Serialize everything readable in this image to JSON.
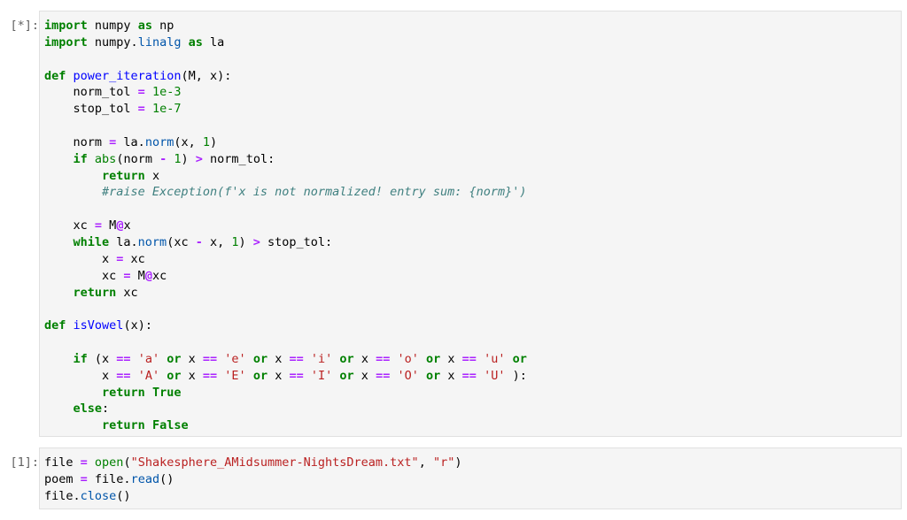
{
  "cells": [
    {
      "prompt": "[*]:",
      "lines": [
        [
          [
            "kw",
            "import"
          ],
          [
            "t",
            " numpy "
          ],
          [
            "kw",
            "as"
          ],
          [
            "t",
            " np"
          ]
        ],
        [
          [
            "kw",
            "import"
          ],
          [
            "t",
            " numpy."
          ],
          [
            "attr",
            "linalg"
          ],
          [
            "t",
            " "
          ],
          [
            "kw",
            "as"
          ],
          [
            "t",
            " la"
          ]
        ],
        [],
        [
          [
            "kw",
            "def"
          ],
          [
            "t",
            " "
          ],
          [
            "fn",
            "power_iteration"
          ],
          [
            "t",
            "(M, x):"
          ]
        ],
        [
          [
            "t",
            "    norm_tol "
          ],
          [
            "op",
            "="
          ],
          [
            "t",
            " "
          ],
          [
            "num",
            "1e-3"
          ]
        ],
        [
          [
            "t",
            "    stop_tol "
          ],
          [
            "op",
            "="
          ],
          [
            "t",
            " "
          ],
          [
            "num",
            "1e-7"
          ]
        ],
        [],
        [
          [
            "t",
            "    norm "
          ],
          [
            "op",
            "="
          ],
          [
            "t",
            " la."
          ],
          [
            "attr",
            "norm"
          ],
          [
            "t",
            "(x, "
          ],
          [
            "num",
            "1"
          ],
          [
            "t",
            ")"
          ]
        ],
        [
          [
            "t",
            "    "
          ],
          [
            "kw",
            "if"
          ],
          [
            "t",
            " "
          ],
          [
            "bi",
            "abs"
          ],
          [
            "t",
            "(norm "
          ],
          [
            "op",
            "-"
          ],
          [
            "t",
            " "
          ],
          [
            "num",
            "1"
          ],
          [
            "t",
            ") "
          ],
          [
            "op",
            ">"
          ],
          [
            "t",
            " norm_tol:"
          ]
        ],
        [
          [
            "t",
            "        "
          ],
          [
            "kw",
            "return"
          ],
          [
            "t",
            " x"
          ]
        ],
        [
          [
            "t",
            "        "
          ],
          [
            "cm",
            "#raise Exception(f'x is not normalized! entry sum: {norm}')"
          ]
        ],
        [],
        [
          [
            "t",
            "    xc "
          ],
          [
            "op",
            "="
          ],
          [
            "t",
            " M"
          ],
          [
            "op",
            "@"
          ],
          [
            "t",
            "x"
          ]
        ],
        [
          [
            "t",
            "    "
          ],
          [
            "kw",
            "while"
          ],
          [
            "t",
            " la."
          ],
          [
            "attr",
            "norm"
          ],
          [
            "t",
            "(xc "
          ],
          [
            "op",
            "-"
          ],
          [
            "t",
            " x, "
          ],
          [
            "num",
            "1"
          ],
          [
            "t",
            ") "
          ],
          [
            "op",
            ">"
          ],
          [
            "t",
            " stop_tol:"
          ]
        ],
        [
          [
            "t",
            "        x "
          ],
          [
            "op",
            "="
          ],
          [
            "t",
            " xc"
          ]
        ],
        [
          [
            "t",
            "        xc "
          ],
          [
            "op",
            "="
          ],
          [
            "t",
            " M"
          ],
          [
            "op",
            "@"
          ],
          [
            "t",
            "xc"
          ]
        ],
        [
          [
            "t",
            "    "
          ],
          [
            "kw",
            "return"
          ],
          [
            "t",
            " xc"
          ]
        ],
        [],
        [
          [
            "kw",
            "def"
          ],
          [
            "t",
            " "
          ],
          [
            "fn",
            "isVowel"
          ],
          [
            "t",
            "(x):"
          ]
        ],
        [],
        [
          [
            "t",
            "    "
          ],
          [
            "kw",
            "if"
          ],
          [
            "t",
            " (x "
          ],
          [
            "op",
            "=="
          ],
          [
            "t",
            " "
          ],
          [
            "str",
            "'a'"
          ],
          [
            "t",
            " "
          ],
          [
            "kw",
            "or"
          ],
          [
            "t",
            " x "
          ],
          [
            "op",
            "=="
          ],
          [
            "t",
            " "
          ],
          [
            "str",
            "'e'"
          ],
          [
            "t",
            " "
          ],
          [
            "kw",
            "or"
          ],
          [
            "t",
            " x "
          ],
          [
            "op",
            "=="
          ],
          [
            "t",
            " "
          ],
          [
            "str",
            "'i'"
          ],
          [
            "t",
            " "
          ],
          [
            "kw",
            "or"
          ],
          [
            "t",
            " x "
          ],
          [
            "op",
            "=="
          ],
          [
            "t",
            " "
          ],
          [
            "str",
            "'o'"
          ],
          [
            "t",
            " "
          ],
          [
            "kw",
            "or"
          ],
          [
            "t",
            " x "
          ],
          [
            "op",
            "=="
          ],
          [
            "t",
            " "
          ],
          [
            "str",
            "'u'"
          ],
          [
            "t",
            " "
          ],
          [
            "kw",
            "or"
          ]
        ],
        [
          [
            "t",
            "        x "
          ],
          [
            "op",
            "=="
          ],
          [
            "t",
            " "
          ],
          [
            "str",
            "'A'"
          ],
          [
            "t",
            " "
          ],
          [
            "kw",
            "or"
          ],
          [
            "t",
            " x "
          ],
          [
            "op",
            "=="
          ],
          [
            "t",
            " "
          ],
          [
            "str",
            "'E'"
          ],
          [
            "t",
            " "
          ],
          [
            "kw",
            "or"
          ],
          [
            "t",
            " x "
          ],
          [
            "op",
            "=="
          ],
          [
            "t",
            " "
          ],
          [
            "str",
            "'I'"
          ],
          [
            "t",
            " "
          ],
          [
            "kw",
            "or"
          ],
          [
            "t",
            " x "
          ],
          [
            "op",
            "=="
          ],
          [
            "t",
            " "
          ],
          [
            "str",
            "'O'"
          ],
          [
            "t",
            " "
          ],
          [
            "kw",
            "or"
          ],
          [
            "t",
            " x "
          ],
          [
            "op",
            "=="
          ],
          [
            "t",
            " "
          ],
          [
            "str",
            "'U'"
          ],
          [
            "t",
            " ):"
          ]
        ],
        [
          [
            "t",
            "        "
          ],
          [
            "kw",
            "return"
          ],
          [
            "t",
            " "
          ],
          [
            "kw",
            "True"
          ]
        ],
        [
          [
            "t",
            "    "
          ],
          [
            "kw",
            "else"
          ],
          [
            "t",
            ":"
          ]
        ],
        [
          [
            "t",
            "        "
          ],
          [
            "kw",
            "return"
          ],
          [
            "t",
            " "
          ],
          [
            "kw",
            "False"
          ]
        ]
      ]
    },
    {
      "prompt": "[1]:",
      "lines": [
        [
          [
            "t",
            "file "
          ],
          [
            "op",
            "="
          ],
          [
            "t",
            " "
          ],
          [
            "bi",
            "open"
          ],
          [
            "t",
            "("
          ],
          [
            "str",
            "\"Shakesphere_AMidsummer-NightsDream.txt\""
          ],
          [
            "t",
            ", "
          ],
          [
            "str",
            "\"r\""
          ],
          [
            "t",
            ")"
          ]
        ],
        [
          [
            "t",
            "poem "
          ],
          [
            "op",
            "="
          ],
          [
            "t",
            " file."
          ],
          [
            "attr",
            "read"
          ],
          [
            "t",
            "()"
          ]
        ],
        [
          [
            "t",
            "file."
          ],
          [
            "attr",
            "close"
          ],
          [
            "t",
            "()"
          ]
        ]
      ]
    }
  ]
}
